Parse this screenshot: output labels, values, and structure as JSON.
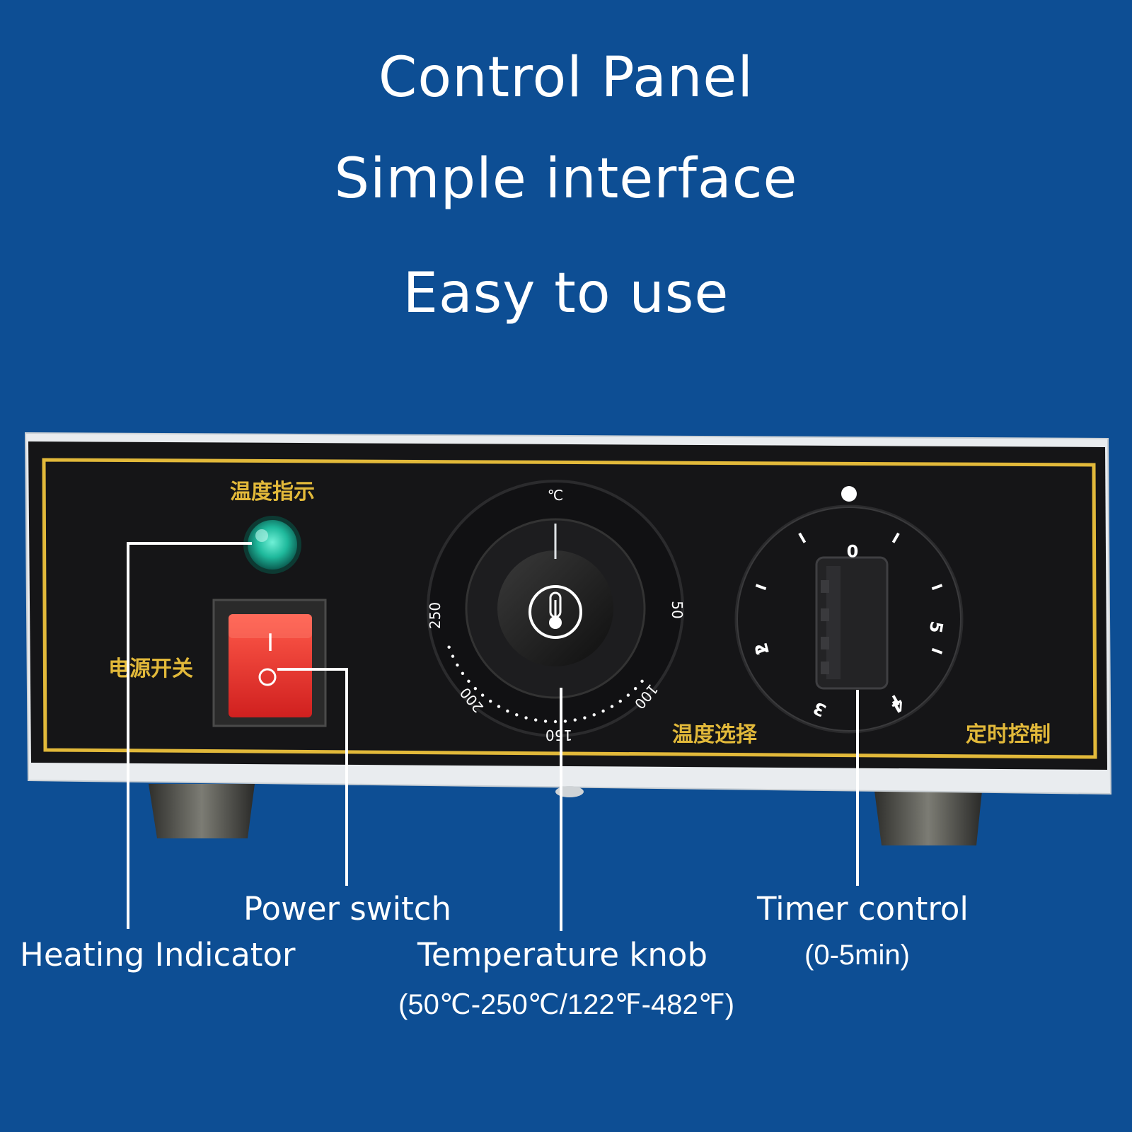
{
  "headlines": {
    "line1": "Control Panel",
    "line2": "Simple interface",
    "line3": "Easy to use"
  },
  "panel": {
    "indicator_label": "温度指示",
    "switch_label": "电源开关",
    "temp_select_label": "温度选择",
    "timer_label": "定时控制",
    "temp_unit": "℃",
    "temp_dial_ticks": [
      "50",
      "100",
      "150",
      "200",
      "250"
    ],
    "timer_dial_ticks": [
      "0",
      "1",
      "2",
      "3",
      "4",
      "5"
    ],
    "switch_mark_on": "I",
    "switch_mark_off": "O"
  },
  "callouts": {
    "heating_indicator": "Heating Indicator",
    "power_switch": "Power switch",
    "temperature_knob": "Temperature knob",
    "temperature_range": "(50℃-250℃/122℉-482℉)",
    "timer_control": "Timer control",
    "timer_range": "(0-5min)"
  },
  "colors": {
    "background": "#0d4e94",
    "panel_black": "#151517",
    "gold_border": "#e2b93a",
    "switch_red": "#e8312f",
    "indicator_green": "#1fb99c",
    "text_white": "#ffffff"
  },
  "icons": {
    "thermometer": "thermometer-icon"
  }
}
